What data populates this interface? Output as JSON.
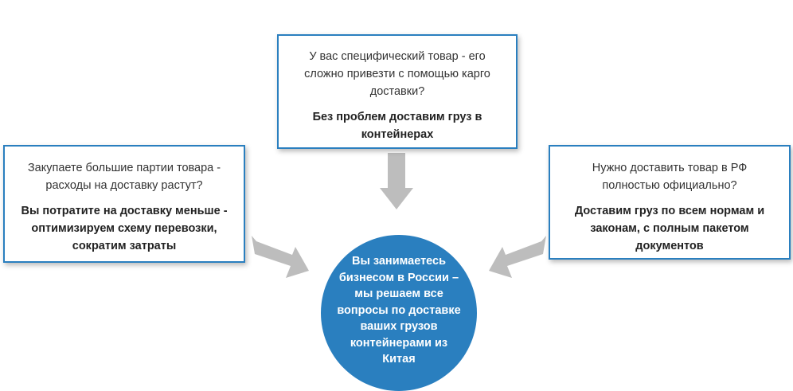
{
  "colors": {
    "accent": "#2a7fbf",
    "arrow": "#bdbdbd",
    "text": "#333333"
  },
  "top_box": {
    "question": "У вас специфический товар - его сложно привезти с помощью карго доставки?",
    "answer": "Без проблем доставим груз в контейнерах"
  },
  "left_box": {
    "question": "Закупаете большие партии товара - расходы на доставку растут?",
    "answer": "Вы потратите на доставку меньше - оптимизируем схему перевозки, сократим затраты"
  },
  "right_box": {
    "question": "Нужно доставить товар в РФ полностью официально?",
    "answer": "Доставим груз по всем нормам и законам, с полным пакетом документов"
  },
  "center": {
    "text": "Вы занимаетесь бизнесом в России – мы решаем все вопросы по доставке ваших грузов контейнерами из Китая"
  }
}
